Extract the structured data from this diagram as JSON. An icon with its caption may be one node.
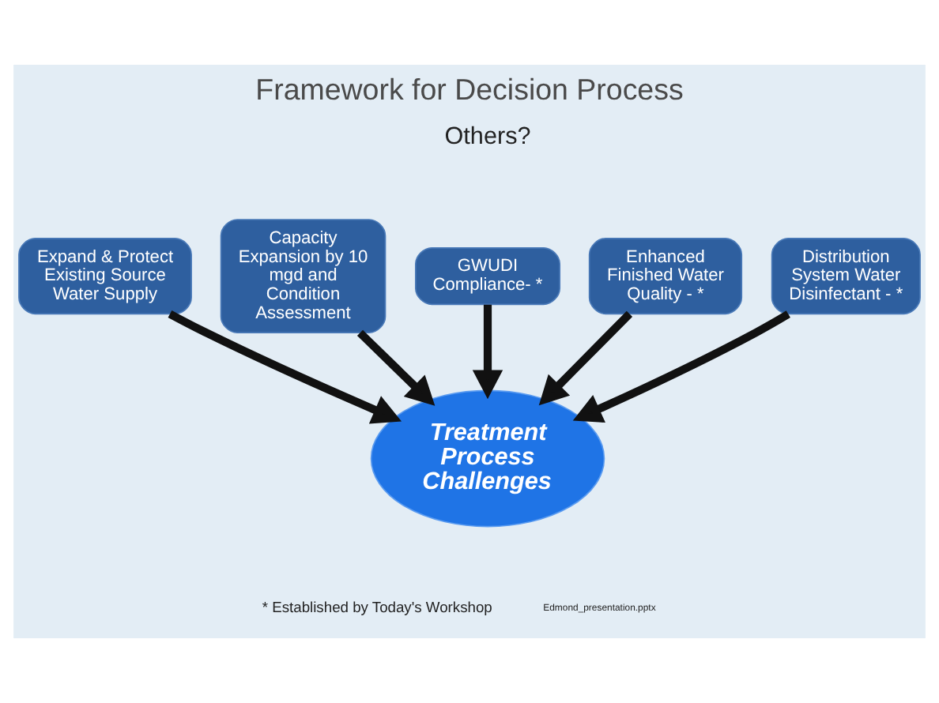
{
  "diagram": {
    "title": "Framework for Decision Process",
    "nodes": [
      {
        "text": [
          "Expand & Protect Existing Source Water Supply"
        ]
      },
      {
        "text": [
          "Capacity Expansion by 10 mgd and Condition Assessment"
        ]
      },
      {
        "text": [
          "GWUDI Compliance- *"
        ]
      },
      {
        "text": [
          "Enhanced Finished Water Quality - *"
        ]
      },
      {
        "text": [
          "Distribution System Water Disinfectant - *"
        ]
      },
      {
        "text": [
          "Treatment Process Challenges"
        ]
      }
    ],
    "edges": [
      {
        "from": 0,
        "to": 5,
        "arrow": "to"
      },
      {
        "from": 1,
        "to": 5,
        "arrow": "to"
      },
      {
        "from": 2,
        "to": 5,
        "arrow": "to"
      },
      {
        "from": 3,
        "to": 5,
        "arrow": "to"
      },
      {
        "from": 4,
        "to": 5,
        "arrow": "to"
      }
    ],
    "labels": [
      "Others?",
      "* Established by Today's Workshop",
      "Edmond_presentation.pptx"
    ]
  }
}
